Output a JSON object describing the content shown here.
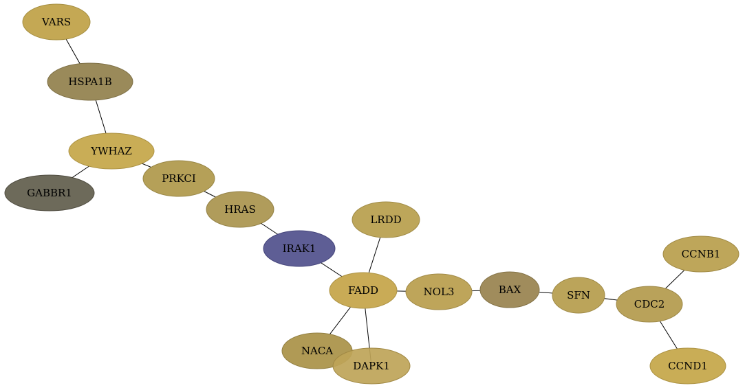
{
  "nodes": [
    {
      "id": "VARS",
      "label": "VARS",
      "fill": "#c4a854",
      "stroke": "#a68f43"
    },
    {
      "id": "HSPA1B",
      "label": "HSPA1B",
      "fill": "#9a8a5a",
      "stroke": "#7d6f45"
    },
    {
      "id": "YWHAZ",
      "label": "YWHAZ",
      "fill": "#c9ad56",
      "stroke": "#ad9344"
    },
    {
      "id": "GABBR1",
      "label": "GABBR1",
      "fill": "#6d6a5a",
      "stroke": "#4f4c40"
    },
    {
      "id": "PRKCI",
      "label": "PRKCI",
      "fill": "#b5a058",
      "stroke": "#988645"
    },
    {
      "id": "HRAS",
      "label": "HRAS",
      "fill": "#b09c5b",
      "stroke": "#938146"
    },
    {
      "id": "IRAK1",
      "label": "IRAK1",
      "fill": "#5e5e95",
      "stroke": "#44447a"
    },
    {
      "id": "LRDD",
      "label": "LRDD",
      "fill": "#bda65a",
      "stroke": "#a08b46"
    },
    {
      "id": "FADD",
      "label": "FADD",
      "fill": "#c9ab56",
      "stroke": "#ad9344"
    },
    {
      "id": "NOL3",
      "label": "NOL3",
      "fill": "#bea55a",
      "stroke": "#a18a46"
    },
    {
      "id": "BAX",
      "label": "BAX",
      "fill": "#a08c5c",
      "stroke": "#837246"
    },
    {
      "id": "SFN",
      "label": "SFN",
      "fill": "#bba45a",
      "stroke": "#9e8946"
    },
    {
      "id": "CDC2",
      "label": "CDC2",
      "fill": "#b9a25a",
      "stroke": "#9c8746"
    },
    {
      "id": "CCNB1",
      "label": "CCNB1",
      "fill": "#bea65a",
      "stroke": "#a18b46"
    },
    {
      "id": "CCND1",
      "label": "CCND1",
      "fill": "#c9ad56",
      "stroke": "#ad9344"
    },
    {
      "id": "NACA",
      "label": "NACA",
      "fill": "#b09a55",
      "stroke": "#938043"
    },
    {
      "id": "DAPK1",
      "label": "DAPK1",
      "fill": "#bea458",
      "stroke": "#a18944"
    }
  ],
  "edges": [
    [
      "VARS",
      "HSPA1B"
    ],
    [
      "HSPA1B",
      "YWHAZ"
    ],
    [
      "YWHAZ",
      "GABBR1"
    ],
    [
      "YWHAZ",
      "PRKCI"
    ],
    [
      "PRKCI",
      "HRAS"
    ],
    [
      "HRAS",
      "IRAK1"
    ],
    [
      "IRAK1",
      "FADD"
    ],
    [
      "LRDD",
      "FADD"
    ],
    [
      "FADD",
      "NOL3"
    ],
    [
      "FADD",
      "NACA"
    ],
    [
      "FADD",
      "DAPK1"
    ],
    [
      "NOL3",
      "BAX"
    ],
    [
      "BAX",
      "SFN"
    ],
    [
      "SFN",
      "CDC2"
    ],
    [
      "CDC2",
      "CCNB1"
    ],
    [
      "CDC2",
      "CCND1"
    ]
  ]
}
